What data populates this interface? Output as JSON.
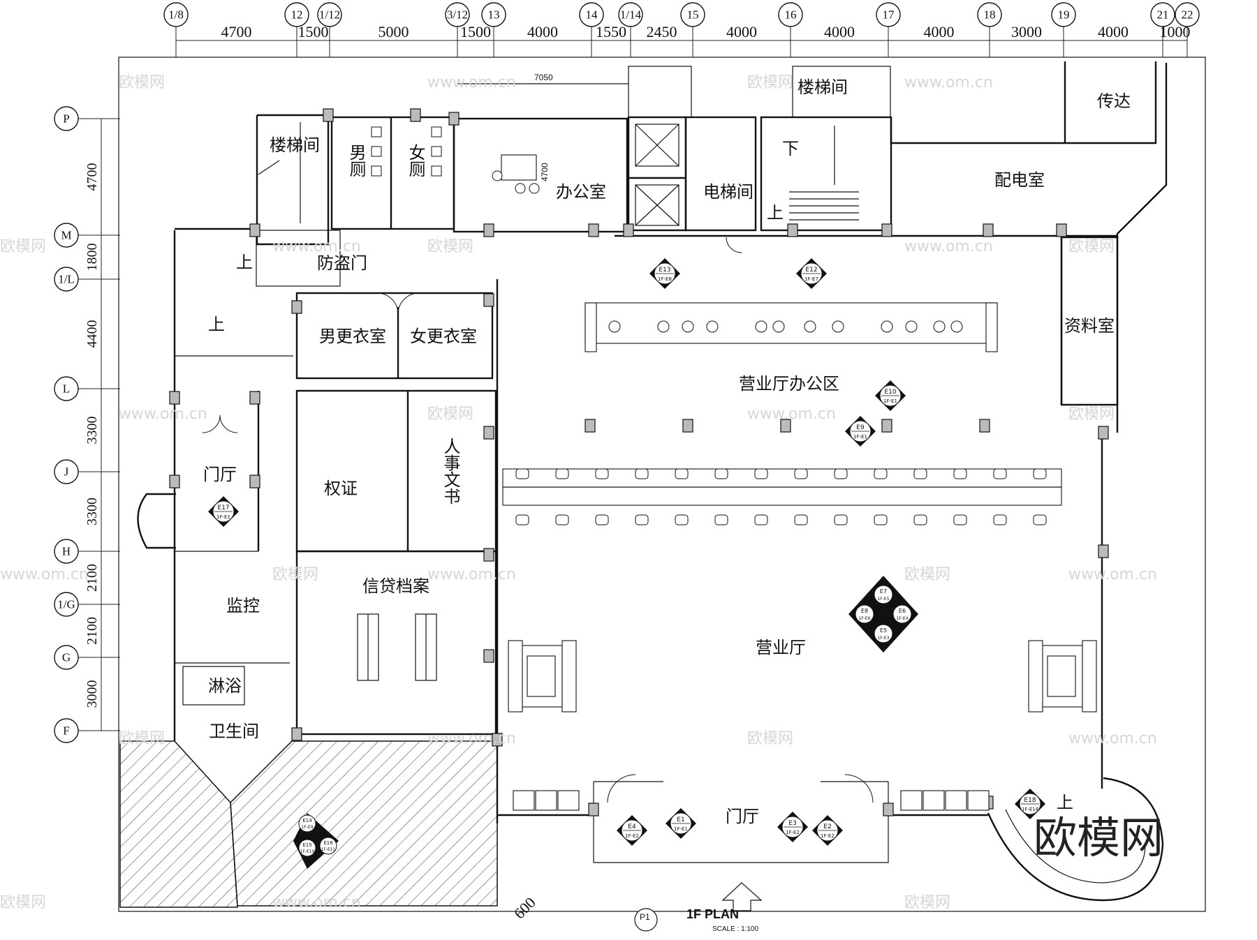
{
  "grid_top": {
    "labels": [
      "1/8",
      "12",
      "1/12",
      "3/12",
      "13",
      "14",
      "1/14",
      "15",
      "16",
      "17",
      "18",
      "19",
      "21",
      "22"
    ],
    "dimensions": [
      "4700",
      "1500",
      "5000",
      "1500",
      "4000",
      "1550",
      "2450",
      "4000",
      "4000",
      "4000",
      "3000",
      "4000",
      "1000"
    ]
  },
  "grid_left": {
    "labels": [
      "P",
      "M",
      "1/L",
      "L",
      "J",
      "H",
      "1/G",
      "G",
      "F"
    ],
    "dimensions": [
      "4700",
      "1800",
      "4400",
      "3300",
      "3300",
      "2100",
      "2100",
      "3000"
    ]
  },
  "rooms": {
    "stair_left": "楼梯间",
    "mens_wc": "男厕",
    "womens_wc": "女厕",
    "office": "办公室",
    "elevator": "电梯间",
    "stair_top": "楼梯间",
    "reception": "传达",
    "power_room": "配电室",
    "security_door": "防盗门",
    "mens_locker": "男更衣室",
    "womens_locker": "女更衣室",
    "business_office": "营业厅办公区",
    "archive_room": "资料室",
    "entrance_hall_left": "门厅",
    "property_cert": "权证",
    "hr_secretary": "人事文书",
    "credit_archive": "信贷档案",
    "monitoring": "监控",
    "shower": "淋浴",
    "restroom": "卫生间",
    "business_hall": "营业厅",
    "entrance_hall_bottom": "门厅"
  },
  "labels": {
    "up_1": "上",
    "up_2": "上",
    "up_3": "上",
    "up_4": "上",
    "down_1": "下",
    "dim_7050": "7050",
    "dim_4700": "4700",
    "dim_600": "600"
  },
  "elevation_tags": {
    "e13": [
      "E13",
      "1F-E8"
    ],
    "e12": [
      "E12",
      "1F-E7"
    ],
    "e10": [
      "E10",
      "1F-E1"
    ],
    "e9": [
      "E9",
      "1F-E1"
    ],
    "e17": [
      "E17",
      "1F-E1"
    ],
    "e4": [
      "E4",
      "1F-E2"
    ],
    "e1": [
      "E1",
      "1F-E1"
    ],
    "e3": [
      "E3",
      "1F-E2"
    ],
    "e2": [
      "E2",
      "1F-E2"
    ],
    "e18": [
      "E18",
      "1F-E18"
    ],
    "cluster": [
      "E7",
      "1F-E5",
      "E8",
      "1F-E6",
      "E6",
      "1F-E4",
      "E5",
      "1F-E3"
    ],
    "cluster2": [
      "E14",
      "1F-E9",
      "E15",
      "1F-E10",
      "E16",
      "1F-E11"
    ]
  },
  "title": {
    "drawing_no": "P1",
    "name": "1F PLAN",
    "scale": "SCALE : 1:100"
  },
  "watermarks": {
    "brand": "欧模网",
    "url": "www.om.cn",
    "corner": "欧模网"
  }
}
